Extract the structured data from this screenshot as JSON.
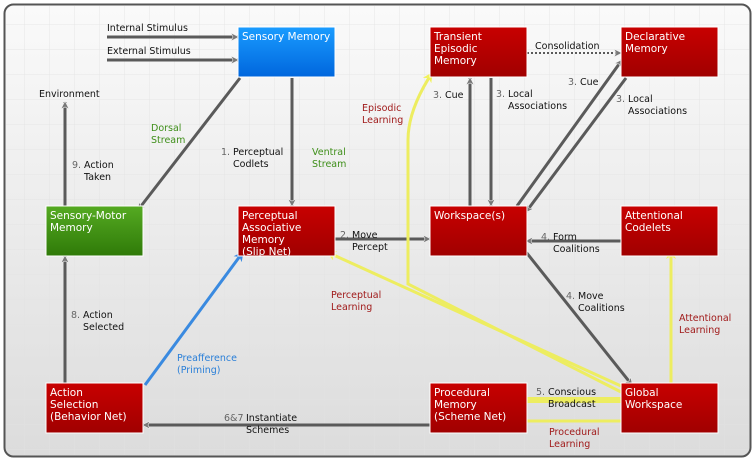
{
  "colors": {
    "module_red": "#c00000",
    "sensory_blue": "#0a8cf5",
    "motor_green": "#3e9a0e",
    "arrow_gray": "#555555",
    "learning_yellow": "#f2f25a",
    "priming_blue": "#3a8ae0"
  },
  "modules": {
    "sensory_memory": [
      "Sensory Memory"
    ],
    "transient_episodic": [
      "Transient",
      "Episodic",
      "Memory"
    ],
    "declarative": [
      "Declarative",
      "Memory"
    ],
    "sensory_motor": [
      "Sensory-Motor",
      "Memory"
    ],
    "pam": [
      "Perceptual",
      "Associative",
      "Memory",
      "(Slip Net)"
    ],
    "workspace": [
      "Workspace(s)"
    ],
    "attentional_codelets": [
      "Attentional",
      "Codelets"
    ],
    "action_selection": [
      "Action",
      "Selection",
      "(Behavior Net)"
    ],
    "procedural": [
      "Procedural",
      "Memory",
      "(Scheme Net)"
    ],
    "global_workspace": [
      "Global",
      "Workspace"
    ]
  },
  "labels": {
    "internal_stimulus": "Internal Stimulus",
    "external_stimulus": "External Stimulus",
    "environment": "Environment",
    "dorsal": [
      "Dorsal",
      "Stream"
    ],
    "ventral": [
      "Ventral",
      "Stream"
    ],
    "perceptual_codlets": {
      "num": "1.",
      "lines": [
        "Perceptual",
        "Codlets"
      ]
    },
    "action_taken": {
      "num": "9.",
      "lines": [
        "Action",
        "Taken"
      ]
    },
    "move_percept": {
      "num": "2.",
      "lines": [
        "Move",
        "Percept"
      ]
    },
    "episodic_learning": [
      "Episodic",
      "Learning"
    ],
    "consolidation": "Consolidation",
    "cue_tem": {
      "num": "3.",
      "lines": [
        "Cue"
      ]
    },
    "local_assoc_tem": {
      "num": "3.",
      "lines": [
        "Local",
        "Associations"
      ]
    },
    "cue_dm": {
      "num": "3.",
      "lines": [
        "Cue"
      ]
    },
    "local_assoc_dm": {
      "num": "3.",
      "lines": [
        "Local",
        "Associations"
      ]
    },
    "form_coalitions": {
      "num": "4.",
      "lines": [
        "Form",
        "Coalitions"
      ]
    },
    "move_coalitions": {
      "num": "4.",
      "lines": [
        "Move",
        "Coalitions"
      ]
    },
    "perceptual_learning": [
      "Perceptual",
      "Learning"
    ],
    "attentional_learning": [
      "Attentional",
      "Learning"
    ],
    "action_selected": {
      "num": "8.",
      "lines": [
        "Action",
        "Selected"
      ]
    },
    "preafference": [
      "Preafference",
      "(Priming)"
    ],
    "conscious_broadcast": {
      "num": "5.",
      "lines": [
        "Conscious",
        "Broadcast"
      ]
    },
    "procedural_learning": [
      "Procedural",
      "Learning"
    ],
    "instantiate_schemes": {
      "num": "6&7",
      "lines": [
        "Instantiate",
        "Schemes"
      ]
    }
  }
}
